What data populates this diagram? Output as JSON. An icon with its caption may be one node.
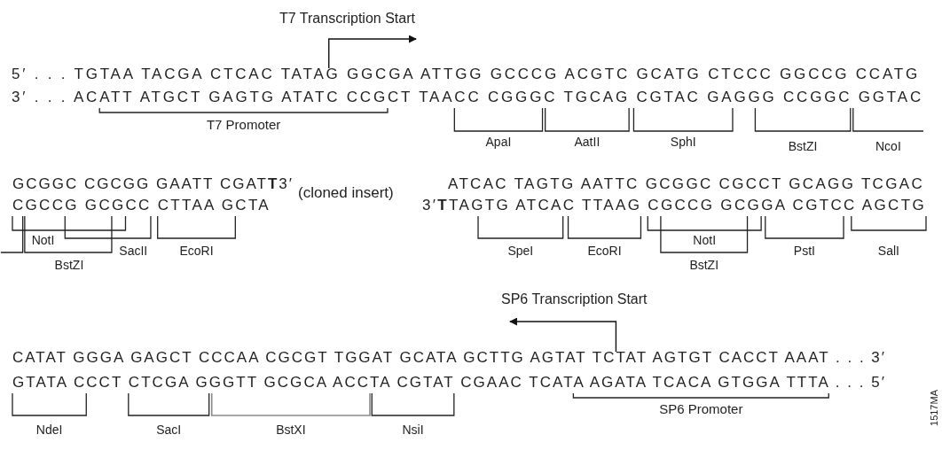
{
  "diagram": {
    "labels": [
      "T7 Transcription Start",
      "5′ . . . TGTAA TACGA CTCAC TATAG GGCGA ATTGG GCCCG ACGTC GCATG CTCCC GGCCG CCATG",
      "3′ . . . ACATT ATGCT GAGTG ATATC CCGCT TAACC CGGGC TGCAG CGTAC GAGGG CCGGC GGTAC",
      "T7 Promoter",
      "ApaI",
      "AatII",
      "SphI",
      "BstZI",
      "NcoI",
      "GCGGC CGCGG GAATT CGAT**T**3′",
      "(cloned insert)",
      "ATCAC TAGTG AATTC GCGGC CGCCT GCAGG TCGAC",
      "CGCCG GCGCC CTTAA GCTA",
      "3′**T**TAGTG ATCAC TTAAG CGCCG GCGGA CGTCC AGCTG",
      "NotI",
      "SacII",
      "EcoRI",
      "SpeI",
      "EcoRI",
      "NotI",
      "PstI",
      "SalI",
      "BstZI",
      "BstZI",
      "SP6 Transcription Start",
      "CATAT GGGA GAGCT CCCAA CGCGT TGGAT GCATA GCTTG AGTAT TCTAT AGTGT CACCT AAAT . . . 3′",
      "GTATA CCCT CTCGA GGGTT GCGCA ACCTA CGTAT CGAAC TCATA AGATA TCACA GTGGA TTTA . . . 5′",
      "NdeI",
      "SacI",
      "BstXI",
      "NsiI",
      "SP6 Promoter",
      "1517MA"
    ]
  }
}
